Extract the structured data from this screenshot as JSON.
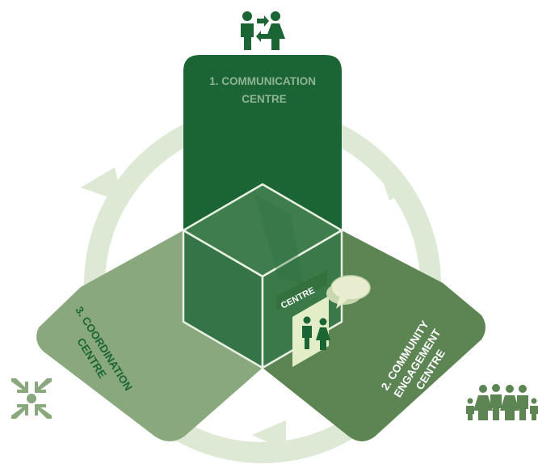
{
  "panels": {
    "communication": {
      "line1": "1. COMMUNICATION",
      "line2": "CENTRE"
    },
    "community": {
      "line1": "2. COMMUNITY",
      "line2": "ENGAGEMENT",
      "line3": "CENTRE"
    },
    "coordination": {
      "line1": "3. COORDINATION",
      "line2": "CENTRE"
    }
  },
  "cube": {
    "sign": "CENTRE"
  },
  "icons": {
    "top": "two-people-exchange-icon",
    "right": "group-of-people-icon",
    "left": "converging-arrows-icon",
    "door": "two-people-icon",
    "speech": "speech-bubble-icon"
  },
  "colors": {
    "communication_panel": "#1b6535",
    "community_panel": "#5d8453",
    "coordination_panel": "#8aa87e",
    "cycle_ring": "#dce9d3",
    "icon_green": "#2e7a40"
  }
}
